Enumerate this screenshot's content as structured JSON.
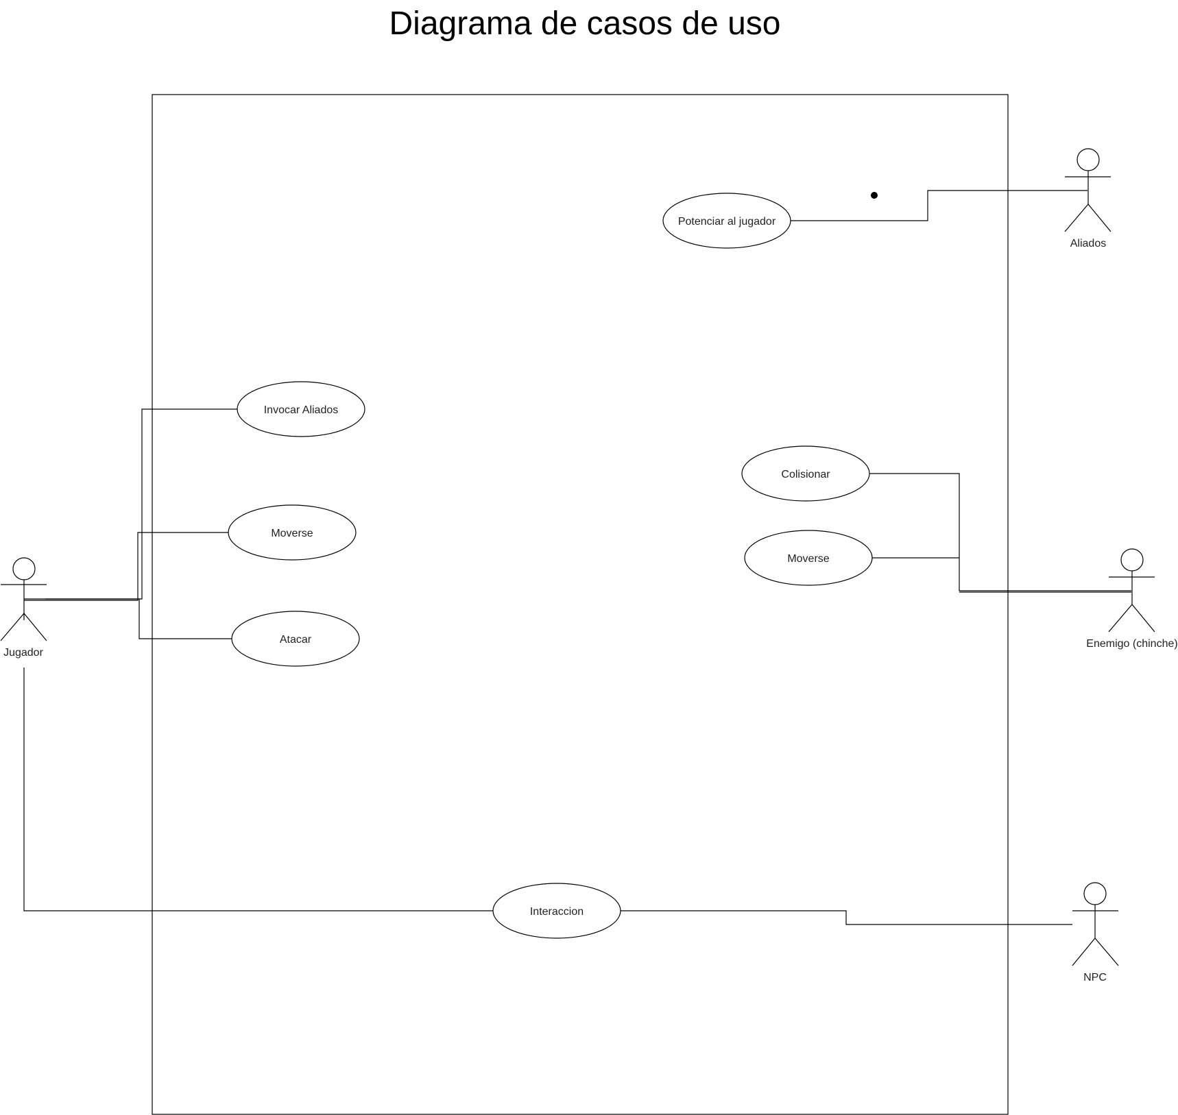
{
  "diagram": {
    "title": "Diagrama de casos de uso",
    "actors": {
      "jugador": "Jugador",
      "aliados": "Aliados",
      "enemigo": "Enemigo (chinche)",
      "npc": "NPC"
    },
    "use_cases": {
      "potenciar": "Potenciar al jugador",
      "invocar": "Invocar Aliados",
      "moverse_jugador": "Moverse",
      "atacar": "Atacar",
      "colisionar": "Colisionar",
      "moverse_enemigo": "Moverse",
      "interaccion": "Interaccion"
    }
  }
}
